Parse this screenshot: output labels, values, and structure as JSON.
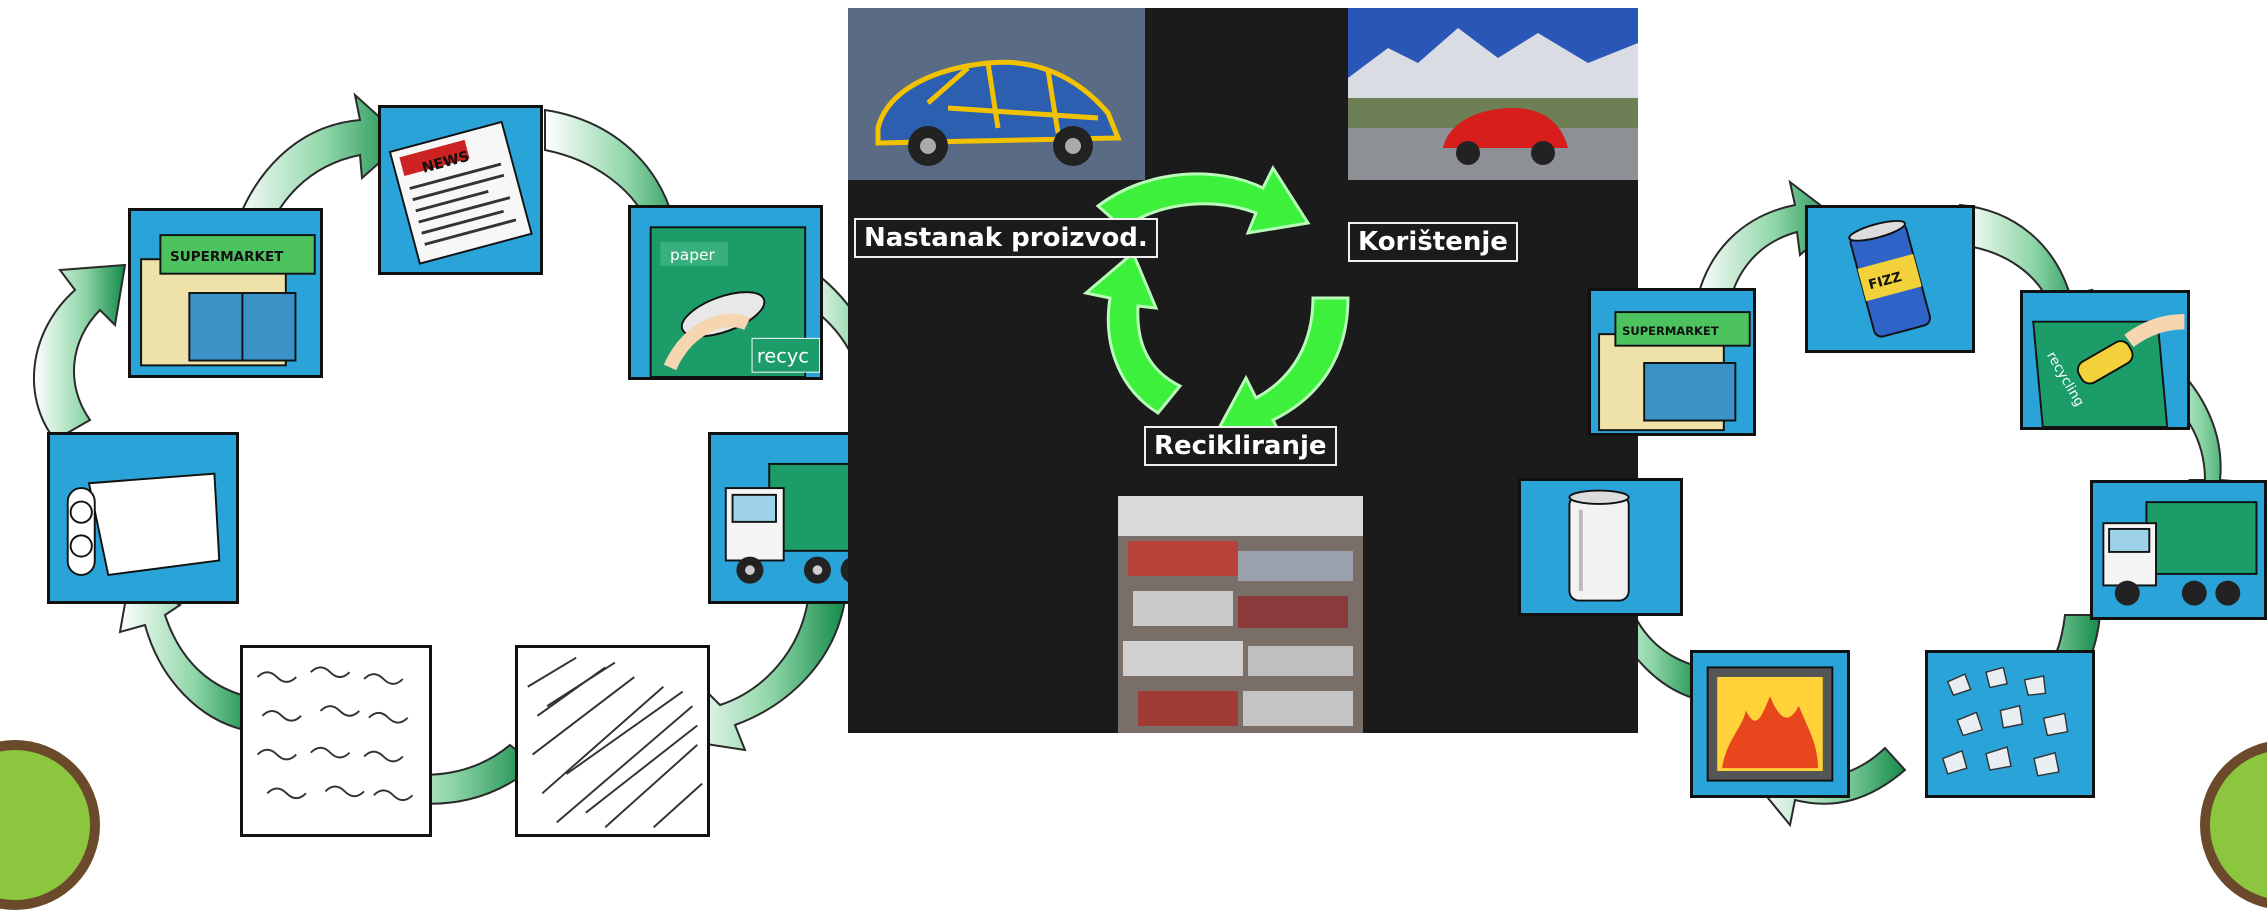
{
  "center_cycle": {
    "stages": [
      "Nastanak proizvod.",
      "Korištenje",
      "Recikliranje"
    ]
  },
  "paper_cycle": {
    "tile_texts": {
      "news": "NEWS",
      "supermarket": "SUPERMARKET",
      "bin": "paper",
      "bin_sign": "recyc"
    }
  },
  "can_cycle": {
    "tile_texts": {
      "supermarket": "SUPERMARKET",
      "can": "FIZZ",
      "bin": "recycling"
    }
  },
  "colors": {
    "tile_blue": "#2aa3d8",
    "arrow_green": "#1f9a5a",
    "center_arrow_green": "#3cf03c",
    "panel_bg": "#1b1b1b",
    "corner_fill": "#8cc63f",
    "corner_border": "#6b4a2b"
  }
}
